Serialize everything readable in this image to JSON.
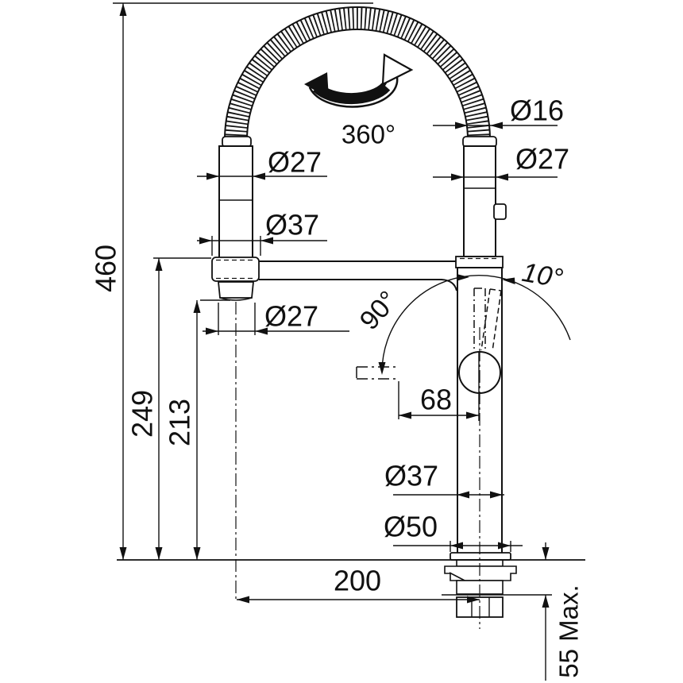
{
  "drawing": {
    "background": "#ffffff",
    "line_color": "#111111",
    "dimensions": {
      "total_height": "460",
      "spout_height": "249",
      "outlet_height": "213",
      "spout_reach": "200",
      "counter_thickness": "55 Max.",
      "hose_diameter": "Ø16",
      "body_top_diameter": "Ø27",
      "head_top_diameter": "Ø27",
      "holder_diameter": "Ø37",
      "outlet_diameter": "Ø27",
      "body_diameter": "Ø37",
      "base_diameter": "Ø50",
      "lever_length": "68",
      "swivel_angle": "360°",
      "lever_swing_angle": "90°",
      "lever_tilt_angle": "10°"
    }
  }
}
